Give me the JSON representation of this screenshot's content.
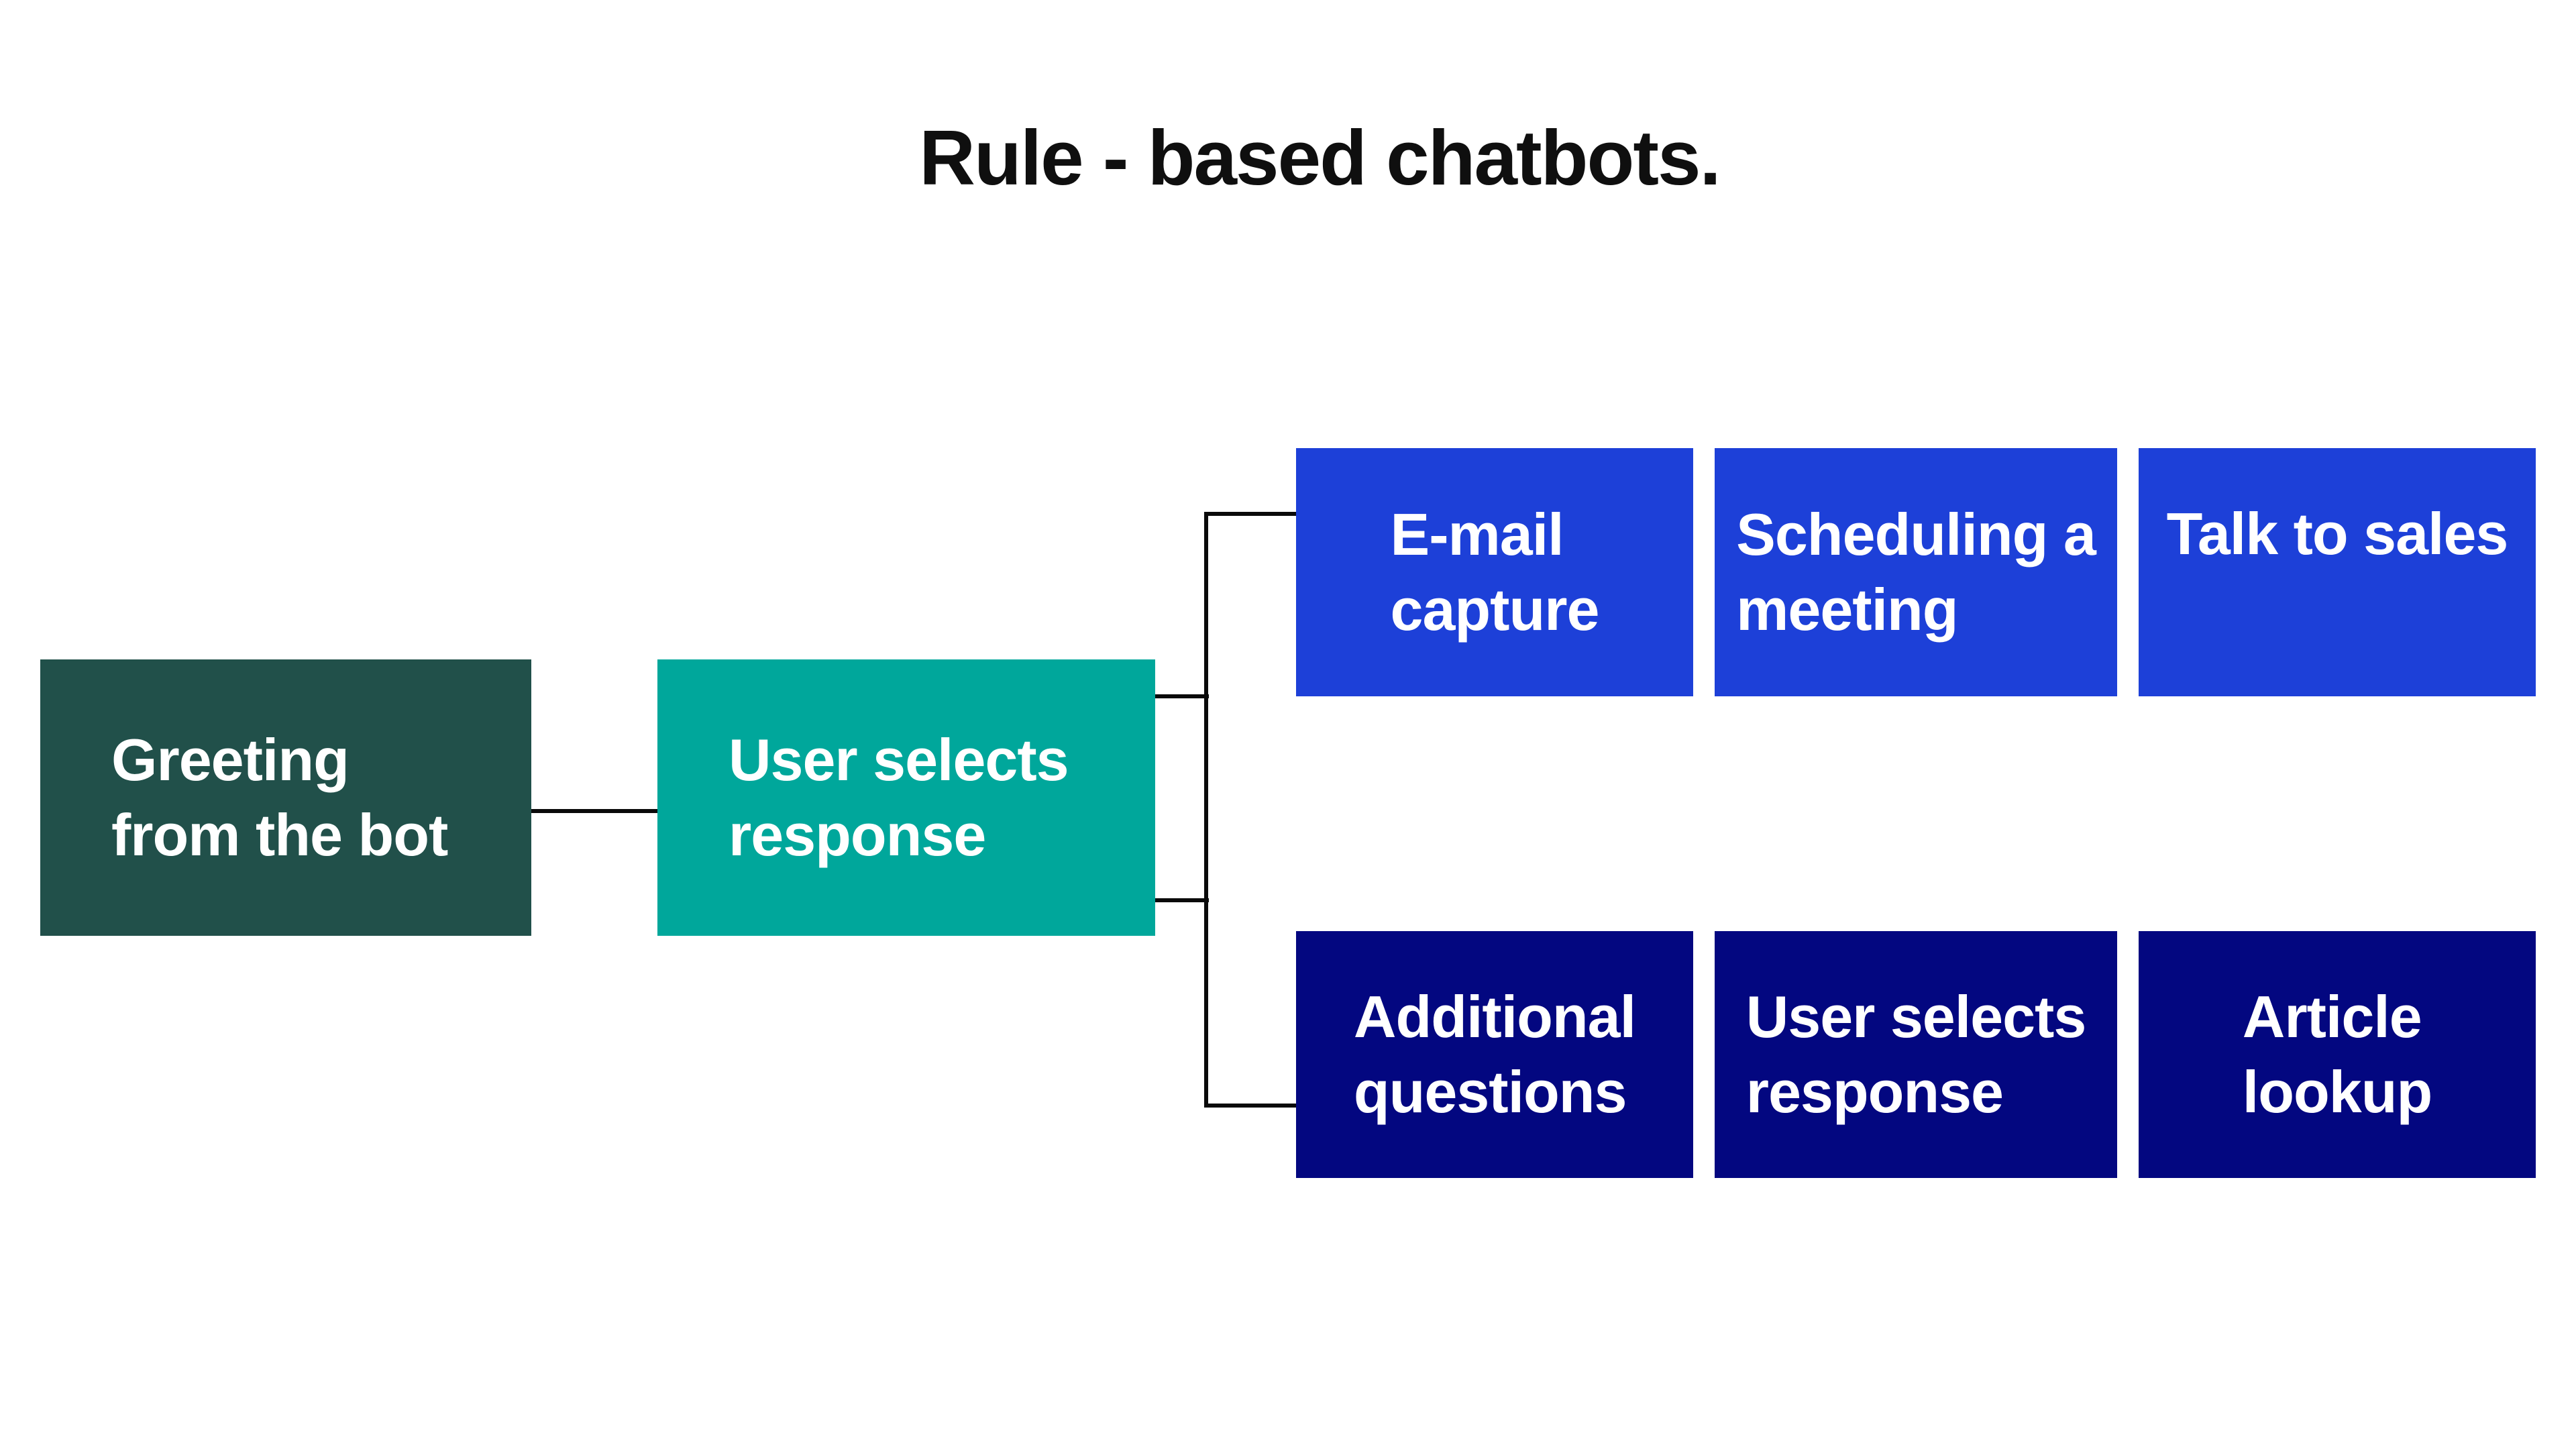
{
  "title": "Rule - based chatbots.",
  "colors": {
    "background": "#ffffff",
    "title_text": "#0f0f0f",
    "box_text": "#ffffff",
    "connector_line": "#0a0a0a",
    "dark_green": "#21504a",
    "teal": "#00a79b",
    "blue": "#1d40d8",
    "navy": "#030780"
  },
  "nodes": {
    "greeting": {
      "label": "Greeting\nfrom the bot",
      "color": "#21504a"
    },
    "user_selects": {
      "label": "User selects\nresponse",
      "color": "#00a79b"
    },
    "email_capture": {
      "label": "E-mail\ncapture",
      "color": "#1d40d8"
    },
    "scheduling_a_meeting": {
      "label": "Scheduling a\nmeeting",
      "color": "#1d40d8"
    },
    "talk_to_sales": {
      "label": "Talk to sales",
      "color": "#1d40d8"
    },
    "additional_questions": {
      "label": "Additional\nquestions",
      "color": "#030780"
    },
    "user_selects_response": {
      "label": "User selects\nresponse",
      "color": "#030780"
    },
    "article_lookup": {
      "label": "Article\nlookup",
      "color": "#030780"
    }
  }
}
